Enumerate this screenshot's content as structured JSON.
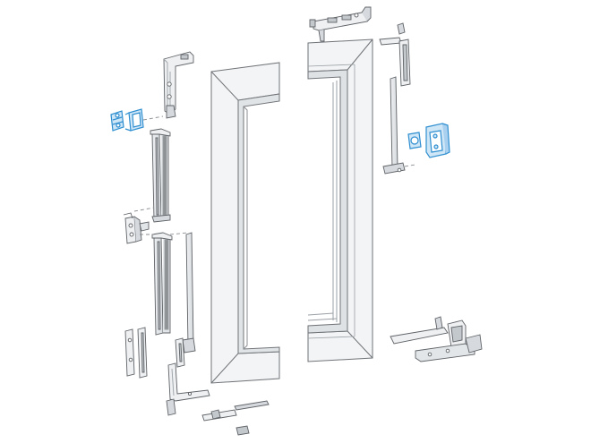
{
  "diagram": {
    "kind": "exploded-view",
    "background": "#ffffff",
    "colors": {
      "line": "#6f7377",
      "line_dark": "#4a4e52",
      "face": "#f4f5f6",
      "face_mid": "#dfe2e5",
      "face_dark": "#c3c8cd",
      "highlight": "#2f8fd0",
      "highlight_fill": "#cfe6f7"
    },
    "parts": [
      {
        "id": "window-sash-frame",
        "highlighted": false
      },
      {
        "id": "top-corner-drive",
        "highlighted": false
      },
      {
        "id": "top-left-corner-bracket",
        "highlighted": false
      },
      {
        "id": "sash-keeps",
        "highlighted": true
      },
      {
        "id": "upper-locking-bar",
        "highlighted": false
      },
      {
        "id": "center-gearbox",
        "highlighted": false
      },
      {
        "id": "lower-locking-bar",
        "highlighted": false
      },
      {
        "id": "long-rod",
        "highlighted": false
      },
      {
        "id": "bottom-left-connectors",
        "highlighted": false
      },
      {
        "id": "bottom-corner-bracket",
        "highlighted": false
      },
      {
        "id": "stay-arm-and-hinge",
        "highlighted": false
      },
      {
        "id": "bottom-track-connectors",
        "highlighted": false
      },
      {
        "id": "frame-keep-and-roller",
        "highlighted": true
      },
      {
        "id": "top-hinge-bracket",
        "highlighted": false
      },
      {
        "id": "vertical-hinge-rod",
        "highlighted": false
      }
    ]
  }
}
